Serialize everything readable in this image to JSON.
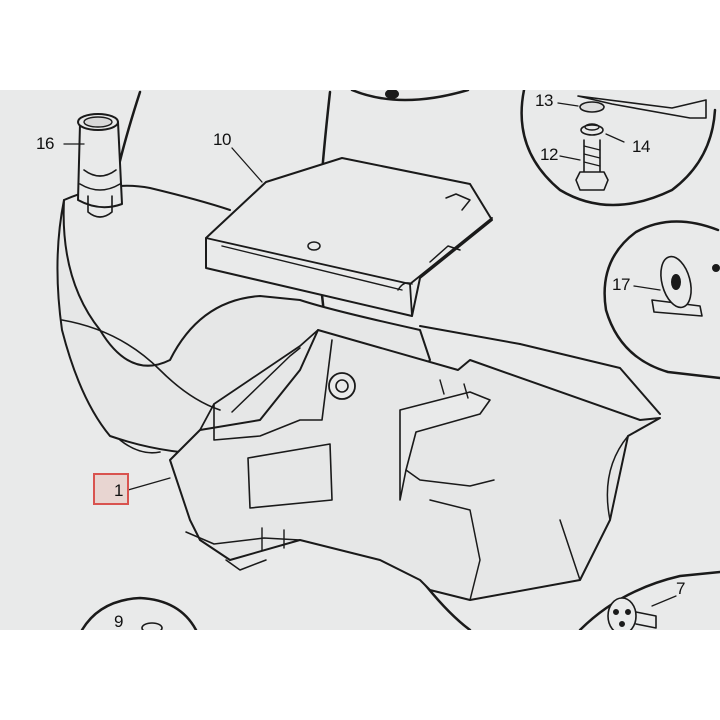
{
  "diagram": {
    "callouts": {
      "part_16": "16",
      "part_10": "10",
      "part_13": "13",
      "part_14": "14",
      "part_12": "12",
      "part_17": "17",
      "part_1": "1",
      "part_9": "9",
      "part_7": "7"
    },
    "highlighted_part": "1",
    "colors": {
      "background": "#e9eaea",
      "line": "#1a1a1a",
      "highlight": "#d9534f"
    }
  }
}
